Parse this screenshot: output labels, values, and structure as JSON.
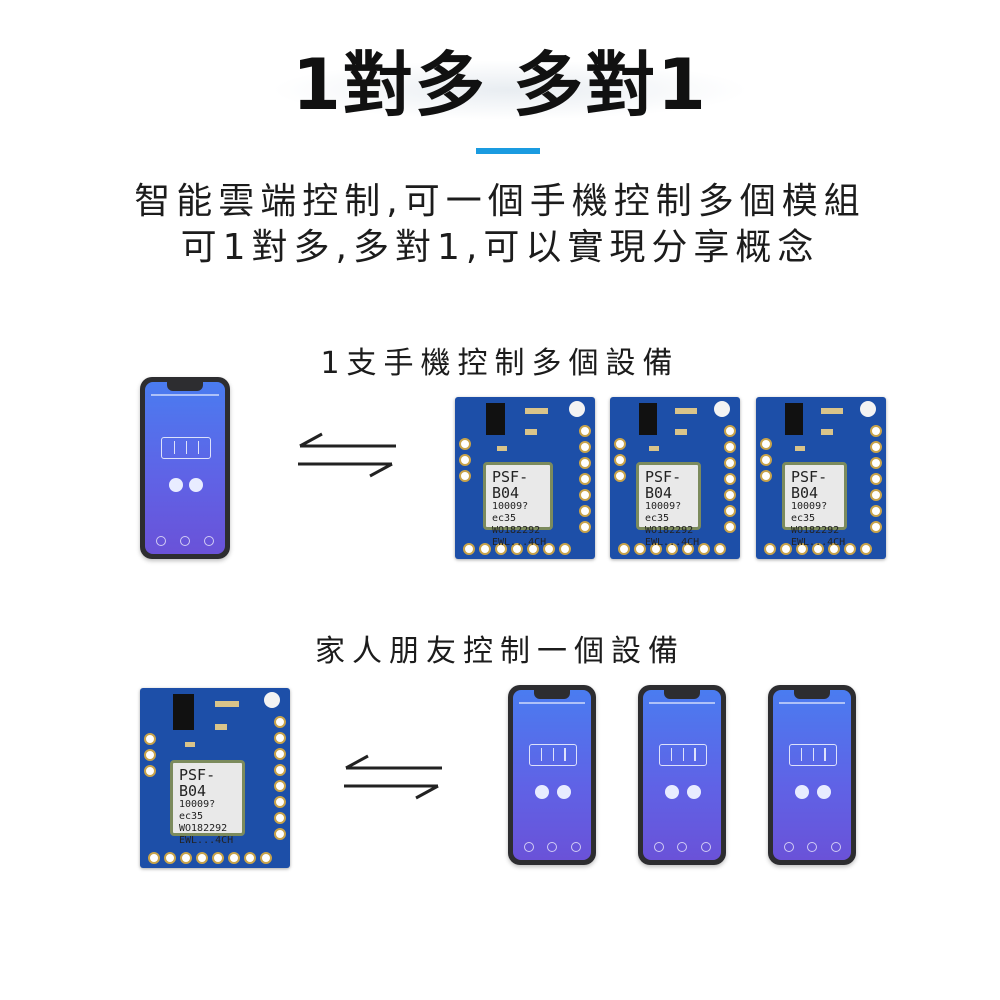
{
  "title": "1對多 多對1",
  "accent_color": "#1a9be0",
  "subtitle": {
    "line1": "智能雲端控制,可一個手機控制多個模組",
    "line2": "可1對多,多對1,可以實現分享概念"
  },
  "section1": {
    "heading": "1支手機控制多個設備",
    "arrow_icon": "exchange-arrows-icon"
  },
  "section2": {
    "heading": "家人朋友控制一個設備",
    "arrow_icon": "exchange-arrows-icon"
  },
  "module": {
    "model": "PSF-B04",
    "line2": "10009?ec35",
    "line3": "WO182292",
    "line4": "EWL...4CH"
  },
  "colors": {
    "pcb": "#1d4fa8",
    "phone_screen": "#5a6ae8"
  }
}
